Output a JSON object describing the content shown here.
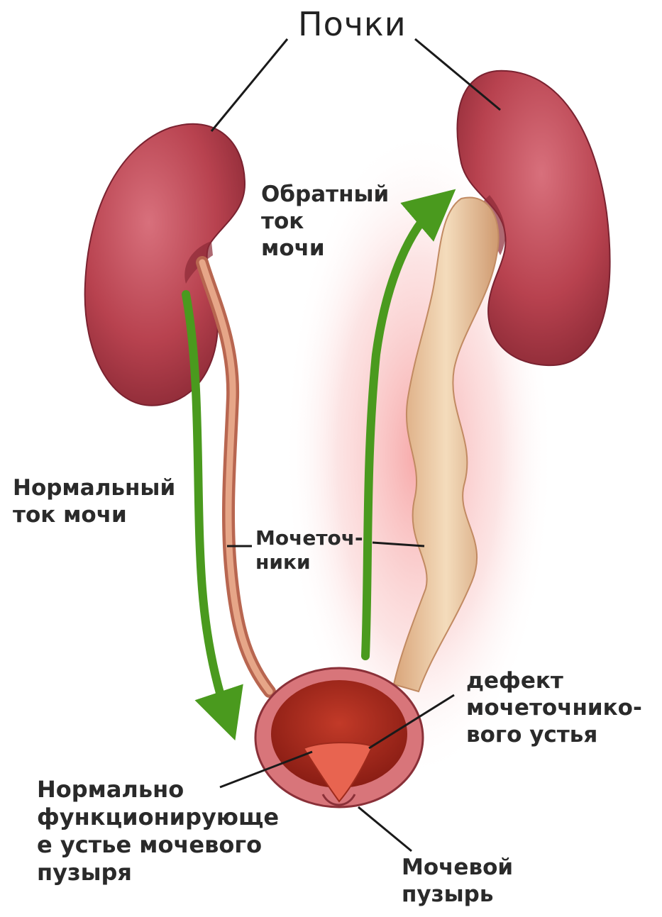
{
  "labels": {
    "kidneys": "Почки",
    "reflux": "Обратный\nток\nмочи",
    "normal_flow": "Нормальный\nток мочи",
    "ureters": "Мочеточ-\nники",
    "defect": "дефект\nмочеточнико-\nвого устья",
    "normal_orifice": "Нормально\nфункционирующе\nе устье мочевого\nпузыря",
    "bladder": "Мочевой\nпузырь"
  },
  "colors": {
    "kidney": "#b8424f",
    "kidney_dark": "#8c2a36",
    "normal_ureter": "#d98c6e",
    "dilated_ureter": "#ecc9a0",
    "arrow": "#4a9a1e",
    "bladder_inner": "#a8281c",
    "inflammation_glow": "#f7b2b2",
    "text": "#2a2a2a"
  }
}
